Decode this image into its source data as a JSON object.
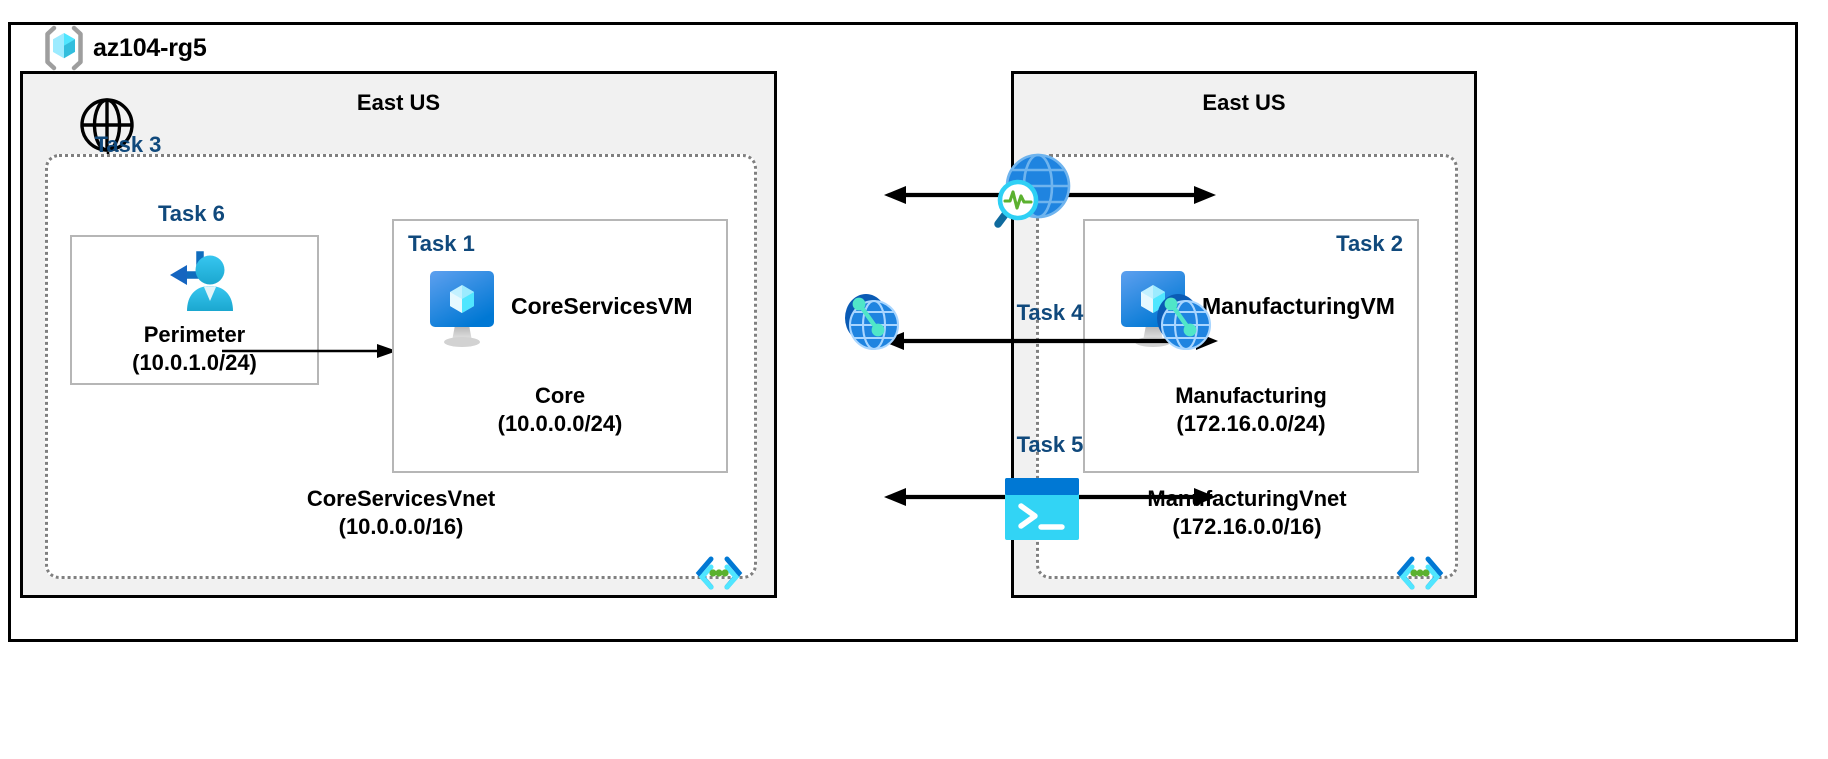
{
  "resource_group": {
    "name": "az104-rg5",
    "icon": "azure-resource-group-cube-icon"
  },
  "regions": [
    {
      "id": "left",
      "title": "East US"
    },
    {
      "id": "right",
      "title": "East US"
    }
  ],
  "internet": {
    "icon": "internet-globe-icon"
  },
  "vnets": [
    {
      "id": "coreservices",
      "name": "CoreServicesVnet",
      "cidr": "(10.0.0.0/16)",
      "corner_icon": "subnet-brackets-icon"
    },
    {
      "id": "manufacturing",
      "name": "ManufacturingVnet",
      "cidr": "(172.16.0.0/16)",
      "corner_icon": "subnet-brackets-icon"
    }
  ],
  "subnets": [
    {
      "id": "perimeter",
      "task": "Task 6",
      "name": "Perimeter",
      "cidr": "(10.0.1.0/24)",
      "icon": "user-connect-icon"
    },
    {
      "id": "core",
      "task": "Task 1",
      "name": "Core",
      "cidr": "(10.0.0.0/24)",
      "vm": "CoreServicesVM",
      "icon": "virtual-machine-icon"
    },
    {
      "id": "manufacturing",
      "task": "Task 2",
      "name": "Manufacturing",
      "cidr": "(172.16.0.0/24)",
      "vm": "ManufacturingVM",
      "icon": "virtual-machine-icon"
    }
  ],
  "connections": [
    {
      "id": "task3",
      "label": "Task 3",
      "icon": "network-watcher-icon",
      "arrow": "double"
    },
    {
      "id": "task4",
      "label": "Task 4",
      "icon": "vnet-peering-icon",
      "arrow": "double"
    },
    {
      "id": "task5",
      "label": "Task 5",
      "icon": "cloud-shell-icon",
      "arrow": "double"
    }
  ],
  "peering_badges": [
    {
      "id": "peering-left",
      "icon": "vnet-peering-icon"
    },
    {
      "id": "peering-right",
      "icon": "vnet-peering-icon"
    }
  ],
  "colors": {
    "task_label": "#10497c",
    "region_fill": "#f1f1f1",
    "border": "#000000",
    "vnet_border": "#808080",
    "subnet_border": "#b6b6b6",
    "azure_blue": "#0078d4",
    "cyan": "#32bedd",
    "green": "#5bb12f",
    "teal": "#50e6c8"
  }
}
